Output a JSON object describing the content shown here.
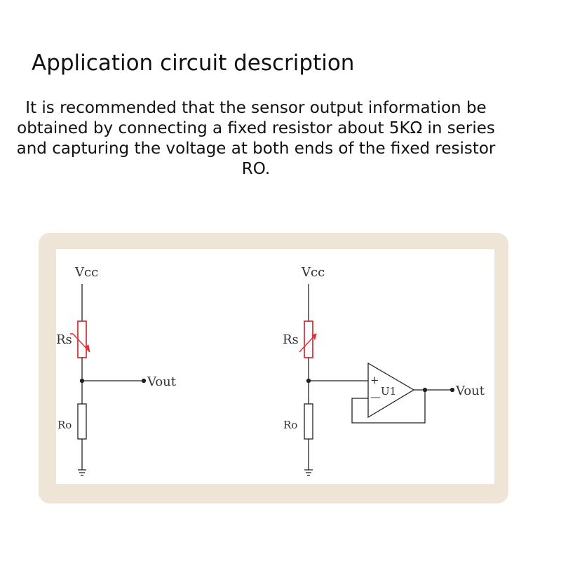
{
  "header": {
    "title": "Application circuit description",
    "description": "It is recommended that the sensor output information be obtained by connecting a fixed resistor about 5KΩ in series and capturing the voltage at both ends of the fixed resistor RO."
  },
  "circuit_left": {
    "vcc": "Vcc",
    "rs": "Rs",
    "ro": "Ro",
    "vout": "Vout"
  },
  "circuit_right": {
    "vcc": "Vcc",
    "rs": "Rs",
    "ro": "Ro",
    "u1": "U1",
    "plus": "+",
    "minus": "—",
    "vout": "Vout"
  },
  "colors": {
    "panel": "#efe5d6",
    "sensor_resistor": "#d9363e",
    "wire": "#222222"
  }
}
